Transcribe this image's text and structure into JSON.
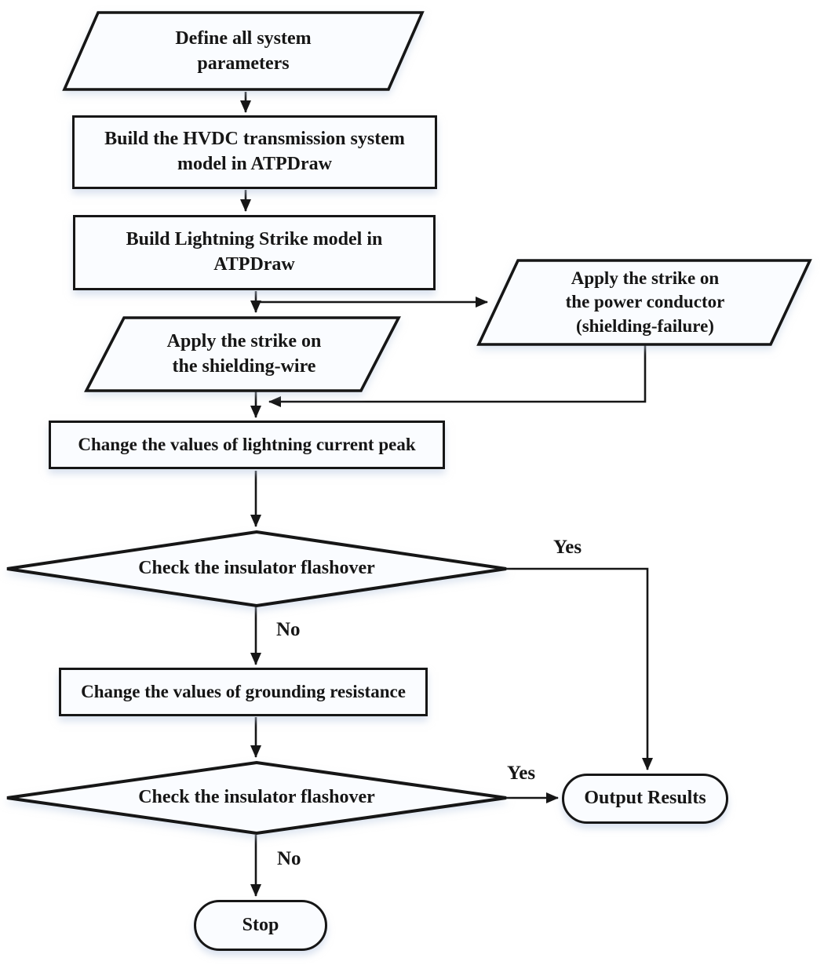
{
  "diagram": {
    "type": "flowchart",
    "colors": {
      "stroke": "#161616",
      "node_fill": "#fafcff",
      "background": "#ffffff",
      "text": "#161616"
    }
  },
  "nodes": [
    {
      "id": "define-system-parameters",
      "type": "data-parallelogram",
      "label": "Define all system\nparameters"
    },
    {
      "id": "build-hvdc-model",
      "type": "process",
      "label": "Build the HVDC transmission system\nmodel in ATPDraw"
    },
    {
      "id": "build-lightning-strike-model",
      "type": "process",
      "label": "Build Lightning Strike model in\nATPDraw"
    },
    {
      "id": "apply-strike-shielding-wire",
      "type": "data-parallelogram",
      "label": "Apply the strike on\nthe shielding-wire"
    },
    {
      "id": "apply-strike-power-conductor",
      "type": "data-parallelogram",
      "label": "Apply the strike on\nthe power conductor\n(shielding-failure)"
    },
    {
      "id": "change-lightning-current-peak",
      "type": "process",
      "label": "Change the values of lightning current peak"
    },
    {
      "id": "check-insulator-flashover-1",
      "type": "decision",
      "label": "Check the insulator flashover"
    },
    {
      "id": "change-grounding-resistance",
      "type": "process",
      "label": "Change the values of grounding resistance"
    },
    {
      "id": "check-insulator-flashover-2",
      "type": "decision",
      "label": "Check the insulator flashover"
    },
    {
      "id": "output-results",
      "type": "terminator",
      "label": "Output Results"
    },
    {
      "id": "stop",
      "type": "terminator",
      "label": "Stop"
    }
  ],
  "edge_labels": [
    {
      "id": "yes-1",
      "text": "Yes"
    },
    {
      "id": "no-1",
      "text": "No"
    },
    {
      "id": "yes-2",
      "text": "Yes"
    },
    {
      "id": "no-2",
      "text": "No"
    }
  ]
}
